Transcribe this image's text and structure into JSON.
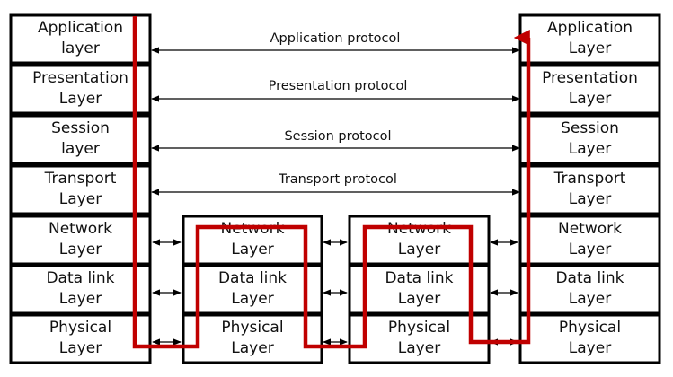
{
  "left_host": {
    "layers": [
      [
        "Application",
        "layer"
      ],
      [
        "Presentation",
        "Layer"
      ],
      [
        "Session",
        "layer"
      ],
      [
        "Transport",
        "Layer"
      ],
      [
        "Network",
        "Layer"
      ],
      [
        "Data link",
        "Layer"
      ],
      [
        "Physical",
        "Layer"
      ]
    ]
  },
  "right_host": {
    "layers": [
      [
        "Application",
        "Layer"
      ],
      [
        "Presentation",
        "Layer"
      ],
      [
        "Session",
        "Layer"
      ],
      [
        "Transport",
        "Layer"
      ],
      [
        "Network",
        "Layer"
      ],
      [
        "Data link",
        "Layer"
      ],
      [
        "Physical",
        "Layer"
      ]
    ]
  },
  "router_1": {
    "layers": [
      [
        "Network",
        "Layer"
      ],
      [
        "Data link",
        "Layer"
      ],
      [
        "Physical",
        "Layer"
      ]
    ]
  },
  "router_2": {
    "layers": [
      [
        "Network",
        "Layer"
      ],
      [
        "Data link",
        "Layer"
      ],
      [
        "Physical",
        "Layer"
      ]
    ]
  },
  "protocols": [
    "Application protocol",
    "Presentation protocol",
    "Session protocol",
    "Transport protocol"
  ],
  "colors": {
    "data_path": "#c00000",
    "border": "#000000",
    "text": "#111111"
  }
}
